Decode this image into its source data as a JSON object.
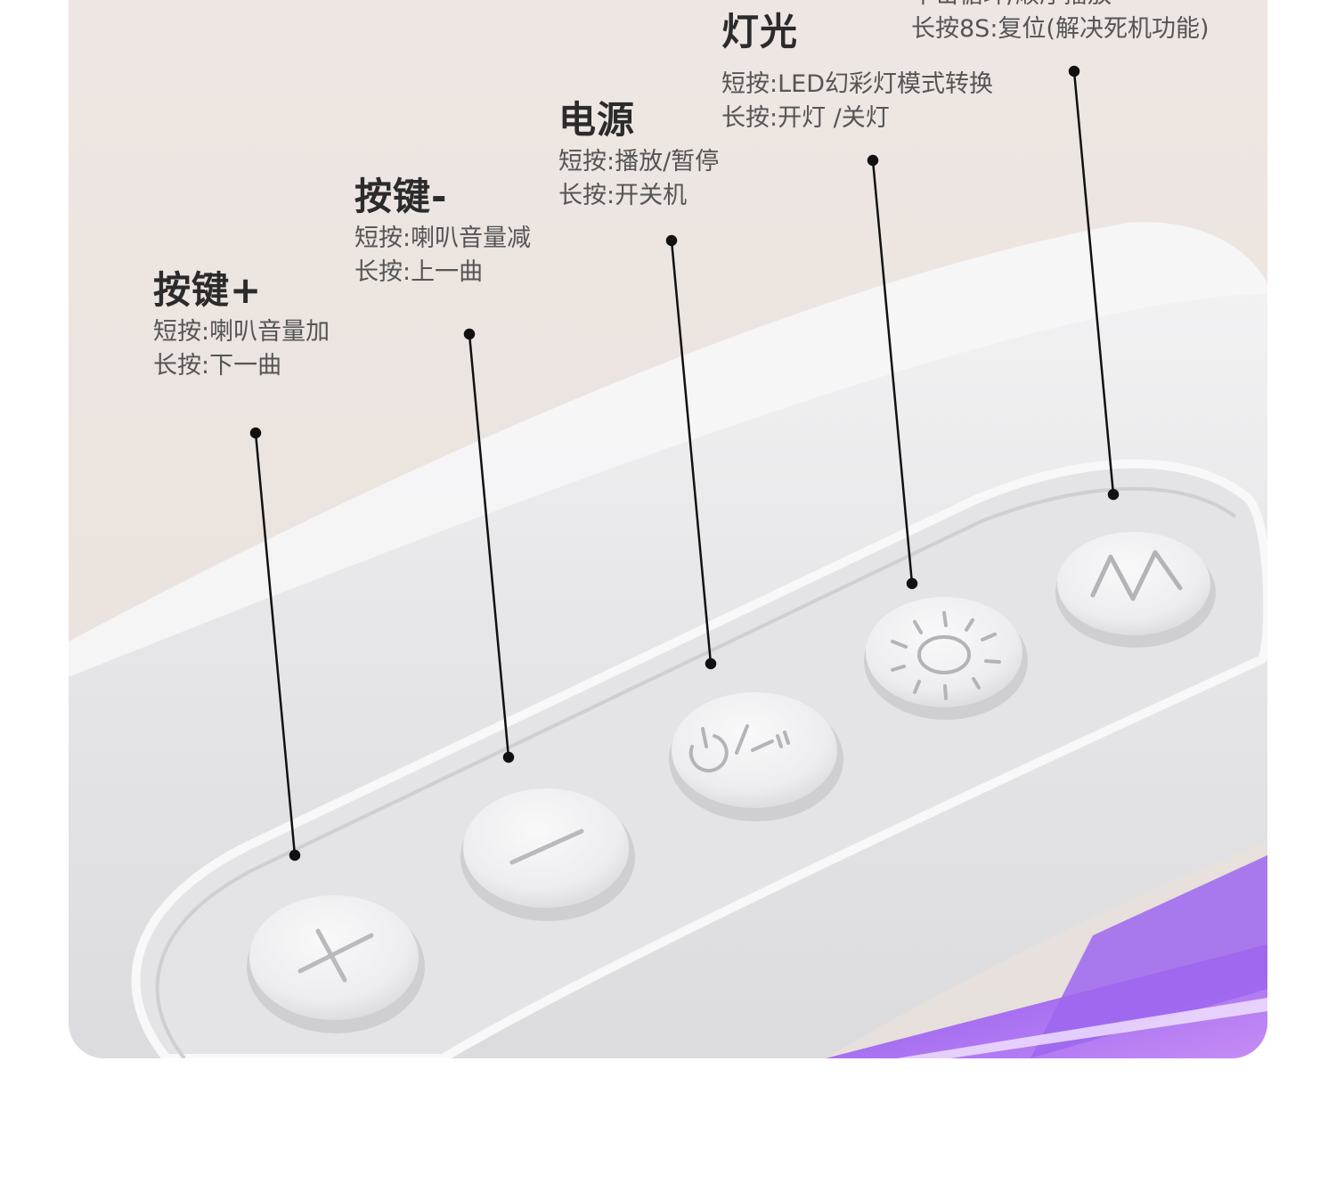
{
  "callouts": {
    "plus": {
      "title": "按键+",
      "short": "短按:喇叭音量加",
      "long": "长按:下一曲"
    },
    "minus": {
      "title": "按键-",
      "short": "短按:喇叭音量减",
      "long": "长按:上一曲"
    },
    "power": {
      "title": "电源",
      "short": "短按:播放/暂停",
      "long": "长按:开关机"
    },
    "light": {
      "title": "灯光",
      "short": "短按:LED幻彩灯模式转换",
      "long": "长按:开灯 /关灯"
    },
    "mode": {
      "partial_line": "单击循环/顺序播放",
      "long": "长按8S:复位(解决死机功能)"
    }
  },
  "buttons": {
    "plus_symbol": "+",
    "minus_symbol": "—",
    "power_symbol": "play-pause-power-icon",
    "light_symbol": "sun-icon",
    "mode_symbol": "M"
  },
  "colors": {
    "background": "#ede5e1",
    "device_body": "#e9e9ea",
    "button_face": "#f1f1f2",
    "leader_line": "#111111",
    "light_strip": "#b47cf2"
  }
}
